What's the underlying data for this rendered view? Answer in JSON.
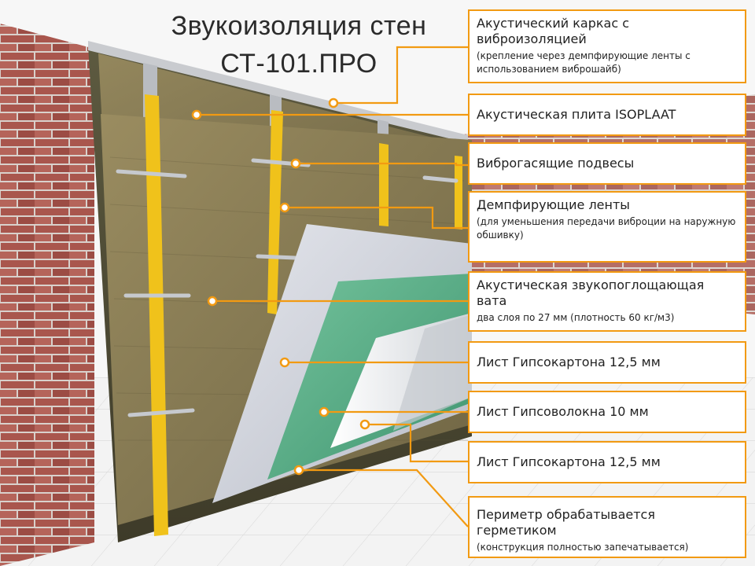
{
  "title": {
    "line1": "Звукоизоляция стен",
    "line2": "СТ-101.ПРО"
  },
  "colors": {
    "accent": "#f29a12",
    "brick": "#a8584f",
    "wool": "#8a7d55",
    "stud": "#f0c21b",
    "gypsum_board": "#c9ccd4",
    "gypsum_fiber": "#5fb08a",
    "board_white": "#e9ecef"
  },
  "callouts": [
    {
      "label": "Акустический каркас с виброизоляцией",
      "note": "(крепление через демпфирующие ленты с использованием виброшайб)"
    },
    {
      "label": "Акустическая плита ISOPLAAT",
      "note": ""
    },
    {
      "label": "Виброгасящие подвесы",
      "note": ""
    },
    {
      "label": "Демпфирующие ленты",
      "note": "(для уменьшения передачи виброции на наружную обшивку)"
    },
    {
      "label": "Акустическая звукопоглощающая вата",
      "note": "два слоя по 27 мм (плотность 60 кг/м3)"
    },
    {
      "label": "Лист Гипсокартона 12,5 мм",
      "note": ""
    },
    {
      "label": "Лист Гипсоволокна 10 мм",
      "note": ""
    },
    {
      "label": "Лист Гипсокартона 12,5 мм",
      "note": ""
    },
    {
      "label": "Периметр обрабатывается герметиком",
      "note": "(конструкция полностью запечатывается)"
    }
  ]
}
